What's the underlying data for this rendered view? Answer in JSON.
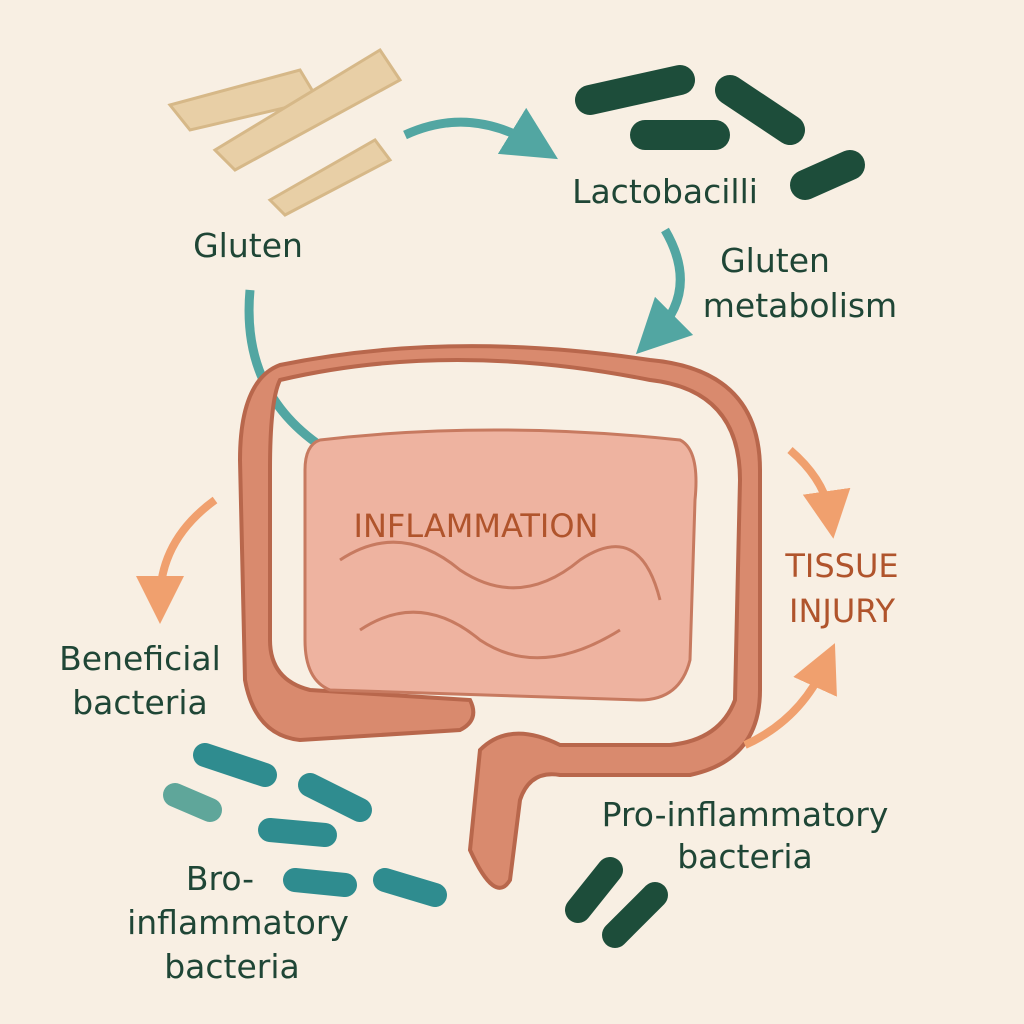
{
  "labels": {
    "gluten": "Gluten",
    "lactobacilli": "Lactobacilli",
    "gluten_metabolism_1": "Gluten",
    "gluten_metabolism_2": "metabolism",
    "inflammation": "INFLAMMATION",
    "tissue_injury_1": "TISSUE",
    "tissue_injury_2": "INJURY",
    "beneficial_1": "Beneficial",
    "beneficial_2": "bacteria",
    "pro_inflammatory_1": "Pro-inflammatory",
    "pro_inflammatory_2": "bacteria",
    "bro_inflammatory_1": "Bro-",
    "bro_inflammatory_2": "inflammatory",
    "bro_inflammatory_3": "bacteria"
  },
  "colors": {
    "background": "#f8efe3",
    "text": "#1f4636",
    "warning_text": "#b0542c",
    "teal_arrow": "#52a6a2",
    "orange_arrow": "#f0a06e",
    "intestine": "#d98a6e",
    "intestine_inner": "#eeb3a0",
    "dark_bacteria": "#1d4d3a",
    "teal_bacteria": "#2f8c8f",
    "gluten": "#e8cfa6"
  }
}
